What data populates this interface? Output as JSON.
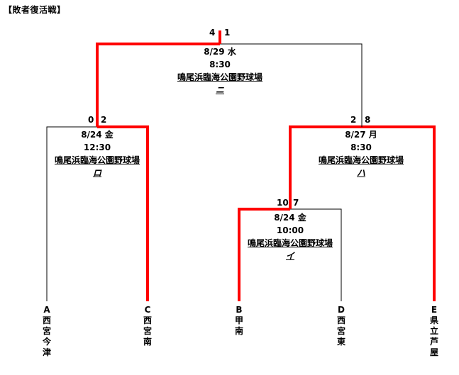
{
  "title": "【敗者復活戦】",
  "colors": {
    "winner_line": "#ff0000",
    "normal_line": "#000000"
  },
  "teams": [
    {
      "id": "A",
      "label": "A",
      "name": "西宮今津"
    },
    {
      "id": "C",
      "label": "C",
      "name": "西宮南"
    },
    {
      "id": "B",
      "label": "B",
      "name": "甲　南"
    },
    {
      "id": "D",
      "label": "D",
      "name": "西宮東"
    },
    {
      "id": "E",
      "label": "E",
      "name": "県立芦屋"
    }
  ],
  "matches": [
    {
      "code": "イ",
      "date": "8/24  金",
      "time": "10:00",
      "venue": "鳴尾浜臨海公園野球場",
      "score_left": "10",
      "score_right": "7"
    },
    {
      "code": "ロ",
      "date": "8/24  金",
      "time": "12:30",
      "venue": "鳴尾浜臨海公園野球場",
      "score_left": "0",
      "score_right": "2"
    },
    {
      "code": "ハ",
      "date": "8/27  月",
      "time": "8:30",
      "venue": "鳴尾浜臨海公園野球場",
      "score_left": "2",
      "score_right": "8"
    },
    {
      "code": "ニ",
      "date": "8/29  水",
      "time": "8:30",
      "venue": "鳴尾浜臨海公園野球場",
      "score_left": "4",
      "score_right": "1"
    }
  ]
}
